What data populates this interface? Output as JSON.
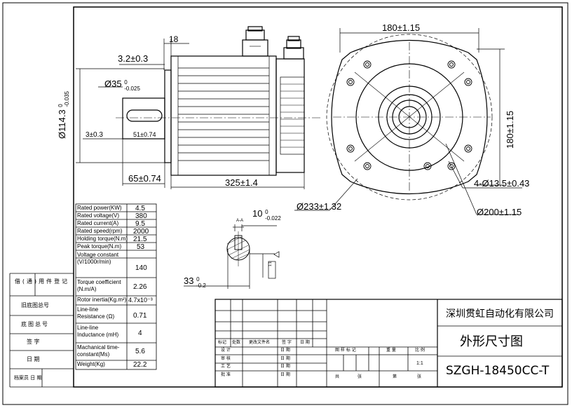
{
  "dimensions": {
    "flange_thickness": "18",
    "shoulder": "3.2±0.3",
    "shaft_dia_base": "Ø35",
    "shaft_dia_tol_upper": "0",
    "shaft_dia_tol_lower": "-0.025",
    "pilot_dia_base": "Ø114.3",
    "pilot_dia_tol_upper": "0",
    "pilot_dia_tol_lower": "-0.035",
    "key_offset": "3±0.3",
    "key_length": "51±0.74",
    "shaft_length": "65±0.74",
    "body_length": "325±1.4",
    "flange_width_top": "180±1.15",
    "flange_height_right": "180±1.15",
    "bolt_holes": "4-Ø13.5±0.43",
    "outer_circle": "Ø233±1.32",
    "bolt_circle": "Ø200±1.15",
    "key_width_base": "10",
    "key_width_tol_upper": "0",
    "key_width_tol_lower": "-0.022",
    "key_depth_base": "33",
    "key_depth_tol_upper": "0",
    "key_depth_tol_lower": "-0.2",
    "section_mark": "A-A",
    "section_scale": "1:1"
  },
  "specs": [
    {
      "label": "Rated power(KW)",
      "value": "4.5"
    },
    {
      "label": "Rated voltage(V)",
      "value": "380"
    },
    {
      "label": "Rated current(A)",
      "value": "9.5"
    },
    {
      "label": "Rated speed(rpm)",
      "value": "2000"
    },
    {
      "label": "Holding torque(N.m)",
      "value": "21.5"
    },
    {
      "label": "Peak torque(N.m)",
      "value": "53"
    },
    {
      "label": "Voltage constant (V/1000r/min)",
      "value": "140"
    },
    {
      "label": "Torque coefficient (N.m/A)",
      "value": "2.26"
    },
    {
      "label": "Rotor inertia(Kg.m²)",
      "value": "4.7x10⁻³"
    },
    {
      "label": "Line-line Resistance (Ω)",
      "value": "0.71"
    },
    {
      "label": "Line-line Inductance (mH)",
      "value": "4"
    },
    {
      "label": "Machanical time-constant(Ms)",
      "value": "5.6"
    },
    {
      "label": "Weight(Kg)",
      "value": "22.2"
    }
  ],
  "left_margin": [
    "借(通)用件登记",
    "旧底图总号",
    "底图总号",
    "签 字",
    "日 期",
    "档案员 日 期"
  ],
  "title_block": {
    "company": "深圳贯虹自动化有限公司",
    "drawing_title": "外形尺寸图",
    "model": "SZGH-18450CC-T",
    "scale": "1:1",
    "row_header": [
      "标记",
      "处数",
      "更改文件名",
      "签 字",
      "日 期"
    ],
    "sign_rows": [
      "设 计",
      "审 核",
      "工 艺",
      "批 准"
    ],
    "date_label": "日 期",
    "stage_label": "图 样 标 记",
    "weight_label": "重 量",
    "scale_label": "比 例",
    "total_label": "共",
    "sheets_label": "张",
    "page_label": "第",
    "page_sheet_label": "张"
  }
}
